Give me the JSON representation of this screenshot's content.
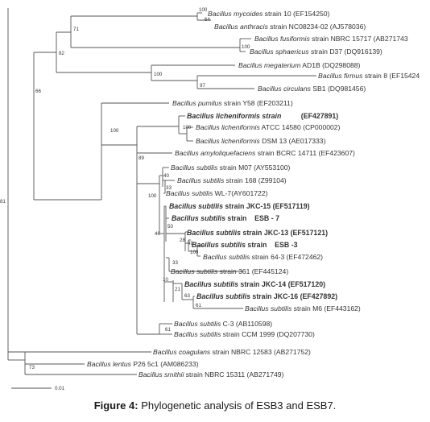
{
  "leaves": [
    {
      "id": "L1",
      "italic": "Bacillus mycoides",
      "rest": " strain 10 (EF154250)",
      "bold": false
    },
    {
      "id": "L2",
      "italic": "Bacillus anthracis",
      "rest": " strain NC08234-02 (AJ578036)",
      "bold": false
    },
    {
      "id": "L3",
      "italic": "Bacillus fusiformis",
      "rest": " strain NBRC 15717 (AB271743",
      "bold": false
    },
    {
      "id": "L4",
      "italic": "Bacillus sphaericus",
      "rest": " strain D37 (DQ916139)",
      "bold": false
    },
    {
      "id": "L5",
      "italic": "Bacillus megaterium",
      "rest": " AD1B (DQ298088)",
      "bold": false
    },
    {
      "id": "L6",
      "italic": "Bacillus firmus",
      "rest": " strain 8 (EF15424",
      "bold": false
    },
    {
      "id": "L7",
      "italic": "Bacillus circulans",
      "rest": " SB1 (DQ981456)",
      "bold": false
    },
    {
      "id": "L8",
      "italic": "Bacillus pumilus",
      "rest": " strain Y58 (EF203211)",
      "bold": false
    },
    {
      "id": "L9",
      "italic": "Bacillus licheniformis strain",
      "rest": "          (EF427891)",
      "bold": true
    },
    {
      "id": "L10",
      "italic": "Bacillus licheniformis",
      "rest": " ATCC 14580 (CP000002)",
      "bold": false
    },
    {
      "id": "L11",
      "italic": "Bacillus licheniformis",
      "rest": " DSM 13 (AE017333)",
      "bold": false
    },
    {
      "id": "L12",
      "italic": "Bacillus amyloliquefaciens",
      "rest": " strain BCRC 14711 (EF423607)",
      "bold": false
    },
    {
      "id": "L13",
      "italic": "Bacillus subtilis",
      "rest": " strain M07 (AY553100)",
      "bold": false
    },
    {
      "id": "L14",
      "italic": "Bacillus subtilis",
      "rest": " strain 168 (Z99104)",
      "bold": false
    },
    {
      "id": "L15",
      "italic": "Bacillus subtilis",
      "rest": " WL-7(AY601722)",
      "bold": false
    },
    {
      "id": "L16",
      "italic": "Bacillus subtilis",
      "rest": " strain JKC-15 (EF517119)",
      "bold": true
    },
    {
      "id": "L17",
      "italic": "Bacillus subtilis",
      "rest": " strain    ESB - 7",
      "bold": true
    },
    {
      "id": "L18",
      "italic": "Bacillus subtilis",
      "rest": " strain JKC-13 (EF517121)",
      "bold": true
    },
    {
      "id": "L19",
      "italic": "Bacillus subtilis",
      "rest": " strain    ESB -3",
      "bold": true
    },
    {
      "id": "L20",
      "italic": "Bacillus subtilis",
      "rest": " strain 64-3 (EF472462)",
      "bold": false
    },
    {
      "id": "L21",
      "italic": "Bacillus subtilis",
      "rest": " strain 361 (EF445124)",
      "bold": false
    },
    {
      "id": "L22",
      "italic": "Bacillus subtilis",
      "rest": " strain JKC-14 (EF517120)",
      "bold": true
    },
    {
      "id": "L23",
      "italic": "Bacillus subtilis",
      "rest": " strain JKC-16 (EF427892)",
      "bold": true
    },
    {
      "id": "L24",
      "italic": "Bacillus subtilis",
      "rest": " strain M6 (EF443162)",
      "bold": false
    },
    {
      "id": "L25",
      "italic": "Bacillus subtilis",
      "rest": " C-3 (AB110598)",
      "bold": false
    },
    {
      "id": "L26",
      "italic": "Bacillus subtilis",
      "rest": " strain CCM 1999 (DQ207730)",
      "bold": false
    },
    {
      "id": "L27",
      "italic": "Bacillus coagulans",
      "rest": " strain NBRC 12583 (AB271752)",
      "bold": false
    },
    {
      "id": "L28",
      "italic": "Bacillus lentus",
      "rest": " P26 5c1 (AM086233)",
      "bold": false
    },
    {
      "id": "L29",
      "italic": "Bacillus smithii",
      "rest": " strain NBRC 15311 (AB271749)",
      "bold": false
    }
  ],
  "support_values": [
    {
      "id": "S1",
      "text": "100"
    },
    {
      "id": "S2",
      "text": "64"
    },
    {
      "id": "S3",
      "text": "71"
    },
    {
      "id": "S4",
      "text": "100"
    },
    {
      "id": "S5",
      "text": "82"
    },
    {
      "id": "S6",
      "text": "100"
    },
    {
      "id": "S7",
      "text": "97"
    },
    {
      "id": "S8",
      "text": "66"
    },
    {
      "id": "S9",
      "text": "100"
    },
    {
      "id": "S10",
      "text": "100"
    },
    {
      "id": "S11",
      "text": "89"
    },
    {
      "id": "S12",
      "text": "40"
    },
    {
      "id": "S13",
      "text": "33"
    },
    {
      "id": "S14",
      "text": "100"
    },
    {
      "id": "S15",
      "text": "50"
    },
    {
      "id": "S16",
      "text": "46"
    },
    {
      "id": "S17",
      "text": "28"
    },
    {
      "id": "S18",
      "text": "49"
    },
    {
      "id": "S19",
      "text": "100"
    },
    {
      "id": "S20",
      "text": "33"
    },
    {
      "id": "S21",
      "text": "10"
    },
    {
      "id": "S22",
      "text": "21"
    },
    {
      "id": "S23",
      "text": "63"
    },
    {
      "id": "S24",
      "text": "61"
    },
    {
      "id": "S25",
      "text": "61"
    },
    {
      "id": "S26",
      "text": "81"
    },
    {
      "id": "S27",
      "text": "73"
    }
  ],
  "scale_bar": {
    "label": "0.01"
  },
  "caption": {
    "label": "Figure 4:",
    "text": " Phylogenetic analysis of ESB3 and ESB7."
  }
}
